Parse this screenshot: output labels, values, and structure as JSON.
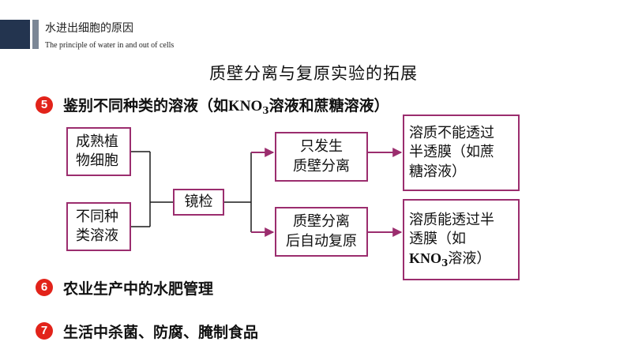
{
  "header": {
    "title": "水进出细胞的原因",
    "subtitle": "The principle of water in and out of cells"
  },
  "slide_title": "质壁分离与复原实验的拓展",
  "points": [
    {
      "number": "5",
      "text_before": "鉴别不同种类的溶液（如",
      "chem": "KNO",
      "chem_sub": "3",
      "text_after": "溶液和蔗糖溶液）"
    },
    {
      "number": "6",
      "text": "农业生产中的水肥管理"
    },
    {
      "number": "7",
      "text": "生活中杀菌、防腐、腌制食品"
    }
  ],
  "diagram": {
    "input_a": [
      "成熟植",
      "物细胞"
    ],
    "input_b": [
      "不同种",
      "类溶液"
    ],
    "process": "镜检",
    "branch_top": [
      "只发生",
      "质壁分离"
    ],
    "branch_bottom": [
      "质壁分离",
      "后自动复原"
    ],
    "result_top": [
      "溶质不能透过",
      "半透膜（如蔗",
      "糖溶液）"
    ],
    "result_bottom": {
      "line1": "溶质能透过半",
      "line2": "透膜（如",
      "chem": "KNO",
      "chem_sub": "3",
      "line3_after": "溶液）"
    }
  },
  "colors": {
    "header_dark": "#23344f",
    "header_light": "#7b8796",
    "bullet": "#e2231a",
    "box_border": "#9b2d6e",
    "line": "#1a1a1a",
    "arrow": "#9b2d6e"
  }
}
